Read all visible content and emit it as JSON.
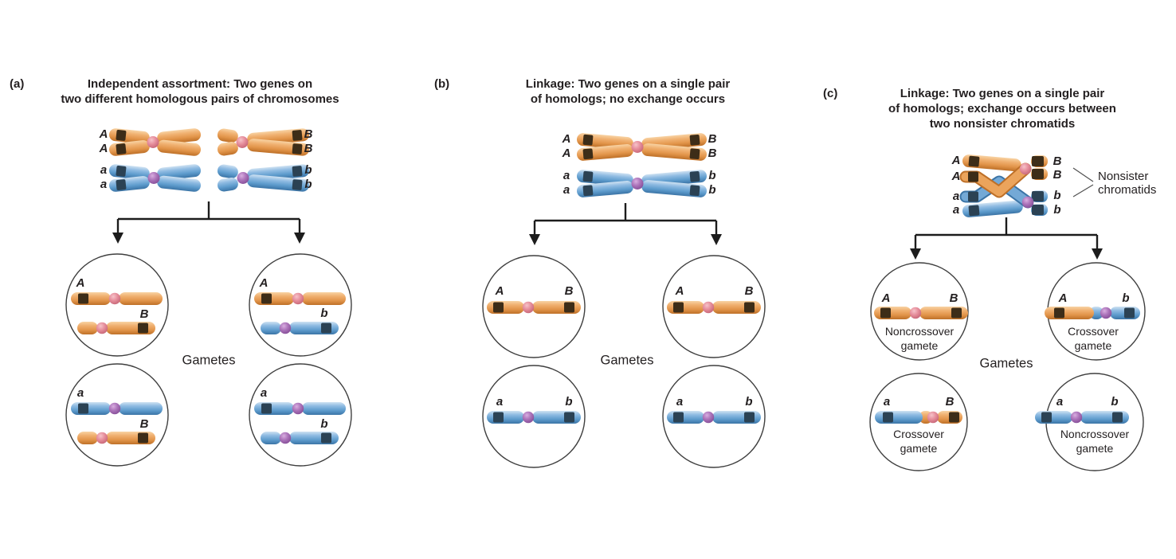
{
  "colors": {
    "chromosome_orange": "#E2954A",
    "chromosome_orange_highlight": "#F8D3A4",
    "chromosome_orange_shadow": "#BE7028",
    "chromosome_blue": "#5E9CCD",
    "chromosome_blue_highlight": "#CFE2F2",
    "chromosome_blue_shadow": "#3B74A6",
    "gene_band_on_orange": "#3D2D18",
    "gene_band_on_blue": "#2B4254",
    "centromere_pink": "#E68E9C",
    "centromere_purple": "#AC74BA",
    "arrow_line": "#1C1C1C",
    "cell_outline": "#3F3F3F",
    "text": "#231F20"
  },
  "panels": [
    {
      "tag": "(a)",
      "title": [
        "Independent assortment: Two genes on",
        "two different homologous pairs of chromosomes"
      ],
      "parent_left_labels": [
        "A",
        "A",
        "a",
        "a"
      ],
      "parent_right_labels": [
        "B",
        "B",
        "b",
        "b"
      ],
      "gametes_word": "Gametes",
      "cells": [
        {
          "l1": "A",
          "l2": "B"
        },
        {
          "l1": "A",
          "l2": "b"
        },
        {
          "l1": "a",
          "l2": "B"
        },
        {
          "l1": "a",
          "l2": "b"
        }
      ]
    },
    {
      "tag": "(b)",
      "title": [
        "Linkage: Two genes on a single pair",
        "of homologs; no exchange occurs"
      ],
      "parent_left_labels": [
        "A",
        "A",
        "a",
        "a"
      ],
      "parent_right_labels": [
        "B",
        "B",
        "b",
        "b"
      ],
      "gametes_word": "Gametes",
      "cells": [
        {
          "l1": "A",
          "l2": "B"
        },
        {
          "l1": "A",
          "l2": "B"
        },
        {
          "l1": "a",
          "l2": "b"
        },
        {
          "l1": "a",
          "l2": "b"
        }
      ]
    },
    {
      "tag": "(c)",
      "title": [
        "Linkage: Two genes on a single pair",
        "of homologs; exchange occurs between",
        "two nonsister chromatids"
      ],
      "parent_left_labels": [
        "A",
        "A",
        "a",
        "a"
      ],
      "parent_right_labels": [
        "B",
        "B",
        "b",
        "b"
      ],
      "gametes_word": "Gametes",
      "annotation": [
        "Nonsister",
        "chromatids"
      ],
      "cells": [
        {
          "l1": "A",
          "l2": "B",
          "caption": [
            "Noncrossover",
            "gamete"
          ]
        },
        {
          "l1": "A",
          "l2": "b",
          "caption": [
            "Crossover",
            "gamete"
          ]
        },
        {
          "l1": "a",
          "l2": "B",
          "caption": [
            "Crossover",
            "gamete"
          ]
        },
        {
          "l1": "a",
          "l2": "b",
          "caption": [
            "Noncrossover",
            "gamete"
          ]
        }
      ]
    }
  ]
}
